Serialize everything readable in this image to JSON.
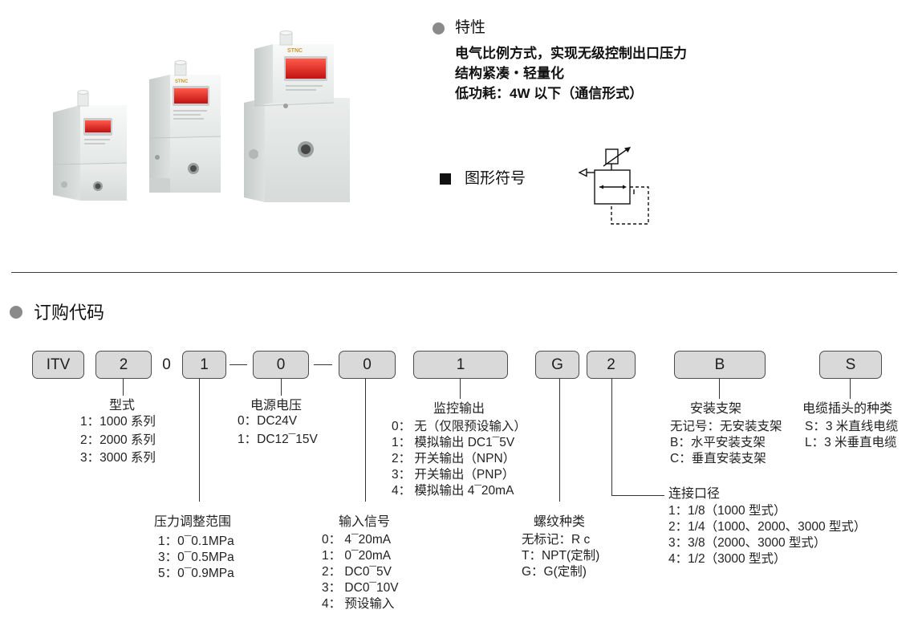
{
  "features": {
    "title": "特性",
    "items": [
      "电气比例方式，实现无级控制出口压力",
      "结构紧凑・轻量化",
      "低功耗：4W 以下（通信形式）"
    ]
  },
  "symbol": {
    "title": "图形符号"
  },
  "product_photo": {
    "logo_text": "STNC"
  },
  "ordering": {
    "title": "订购代码",
    "code": {
      "prefix": "ITV",
      "model": "2",
      "fixed": "0",
      "pressure": "1",
      "power": "0",
      "input": "0",
      "monitor": "1",
      "thread": "G",
      "port": "2",
      "bracket": "B",
      "cable": "S"
    },
    "model": {
      "heading": "型式",
      "options": [
        "1：1000 系列",
        "2：2000 系列",
        "3：3000 系列"
      ]
    },
    "pressure_range": {
      "heading": "压力调整范围",
      "options": [
        "1：0¯0.1MPa",
        "3：0¯0.5MPa",
        "5：0¯0.9MPa"
      ]
    },
    "power_supply": {
      "heading": "电源电压",
      "options": [
        "0：DC24V",
        "1：DC12¯15V"
      ]
    },
    "input_signal": {
      "heading": "输入信号",
      "options": [
        "0： 4¯20mA",
        "1： 0¯20mA",
        "2： DC0¯5V",
        "3： DC0¯10V",
        "4： 预设输入"
      ]
    },
    "monitor_output": {
      "heading": "监控输出",
      "options": [
        "0： 无（仅限预设输入）",
        "1： 模拟输出 DC1¯5V",
        "2： 开关输出（NPN）",
        "3： 开关输出（PNP）",
        "4： 模拟输出 4¯20mA"
      ]
    },
    "thread_type": {
      "heading": "螺纹种类",
      "options": [
        "无标记：R c",
        "T：NPT(定制)",
        "G：G(定制)"
      ]
    },
    "port_size": {
      "heading": "连接口径",
      "options": [
        "1：1/8（1000 型式）",
        "2：1/4（1000、2000、3000 型式）",
        "3：3/8（2000、3000 型式）",
        "4：1/2（3000 型式）"
      ]
    },
    "bracket": {
      "heading": "安装支架",
      "options": [
        "无记号：无安装支架",
        "B：水平安装支架",
        "C：垂直安装支架"
      ]
    },
    "cable": {
      "heading": "电缆插头的种类",
      "options": [
        "S：3 米直线电缆",
        "L：3 米垂直电缆"
      ]
    }
  },
  "colors": {
    "bullet": "#8a8a8a",
    "code_box_fill": "#d9d9d9",
    "display_red": "#d21f1f",
    "logo": "#c99a2e"
  }
}
